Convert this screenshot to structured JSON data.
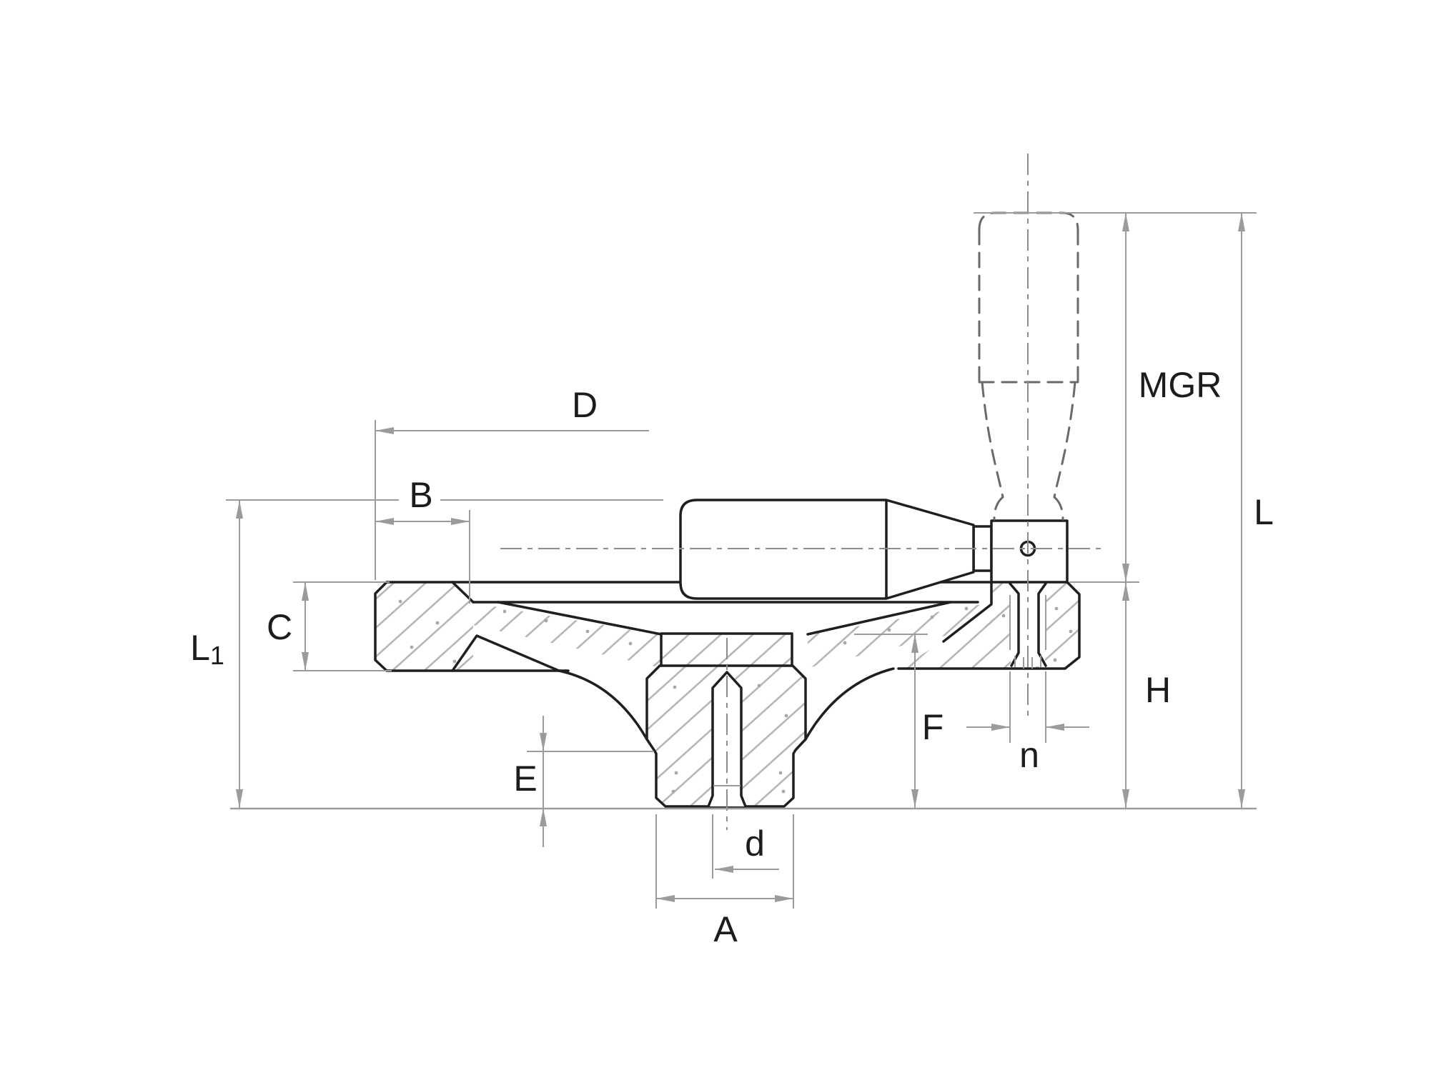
{
  "drawing": {
    "kind": "technical dimension drawing",
    "subject": "solid disc handwheel with revolving side handle, sectioned front view",
    "views": {
      "section": "full cross-section of wheel, rim, web, hub with tapped bore",
      "phantom": "revolving handle shown dashed in upright (folded-out) position"
    }
  },
  "labels": {
    "D": "D",
    "B": "B",
    "C": "C",
    "L1_main": "L",
    "L1_sub": "1",
    "E": "E",
    "d": "d",
    "A": "A",
    "F": "F",
    "n": "n",
    "H": "H",
    "MGR": "MGR",
    "L": "L"
  },
  "colors": {
    "outline": "#1f1f1f",
    "hatch": "#b3b3b3",
    "dot": "#a8a8a8",
    "dim": "#9b9b9b",
    "centerline": "#8c8c8c",
    "phantom": "#6a6a6a",
    "white": "#ffffff"
  }
}
